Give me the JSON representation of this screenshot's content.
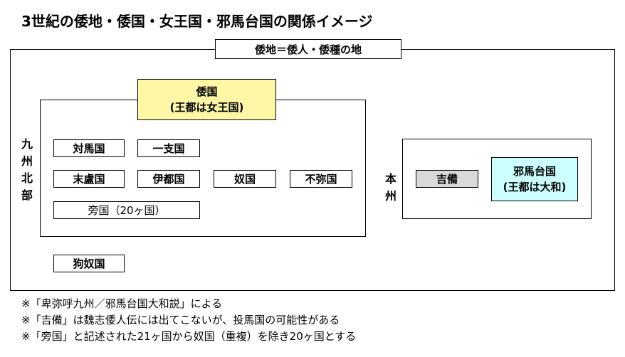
{
  "title": "3世紀の倭地・倭国・女王国・邪馬台国の関係イメージ",
  "outer_label": "倭地＝倭人・倭種の地",
  "wakoku": {
    "line1": "倭国",
    "line2": "(王都は女王国)",
    "color": "#fdf7a6"
  },
  "kyushu_label": [
    "九",
    "州",
    "北",
    "部"
  ],
  "honshu_label": [
    "本",
    "州"
  ],
  "kyushu_countries": [
    "対馬国",
    "一支国",
    "末盧国",
    "伊都国",
    "奴国",
    "不弥国"
  ],
  "bokoku": "旁国（20ヶ国）",
  "kunakoku": "狗奴国",
  "kibi": {
    "label": "吉備",
    "color": "#d9d9d9"
  },
  "yamatai": {
    "line1": "邪馬台国",
    "line2": "(王都は大和)",
    "color": "#ccffff"
  },
  "notes": [
    "※「卑弥呼九州／邪馬台国大和説」による",
    "※「吉備」は魏志倭人伝には出てこないが、投馬国の可能性がある",
    "※「旁国」と記述された21ヶ国から奴国（重複）を除き20ヶ国とする"
  ]
}
